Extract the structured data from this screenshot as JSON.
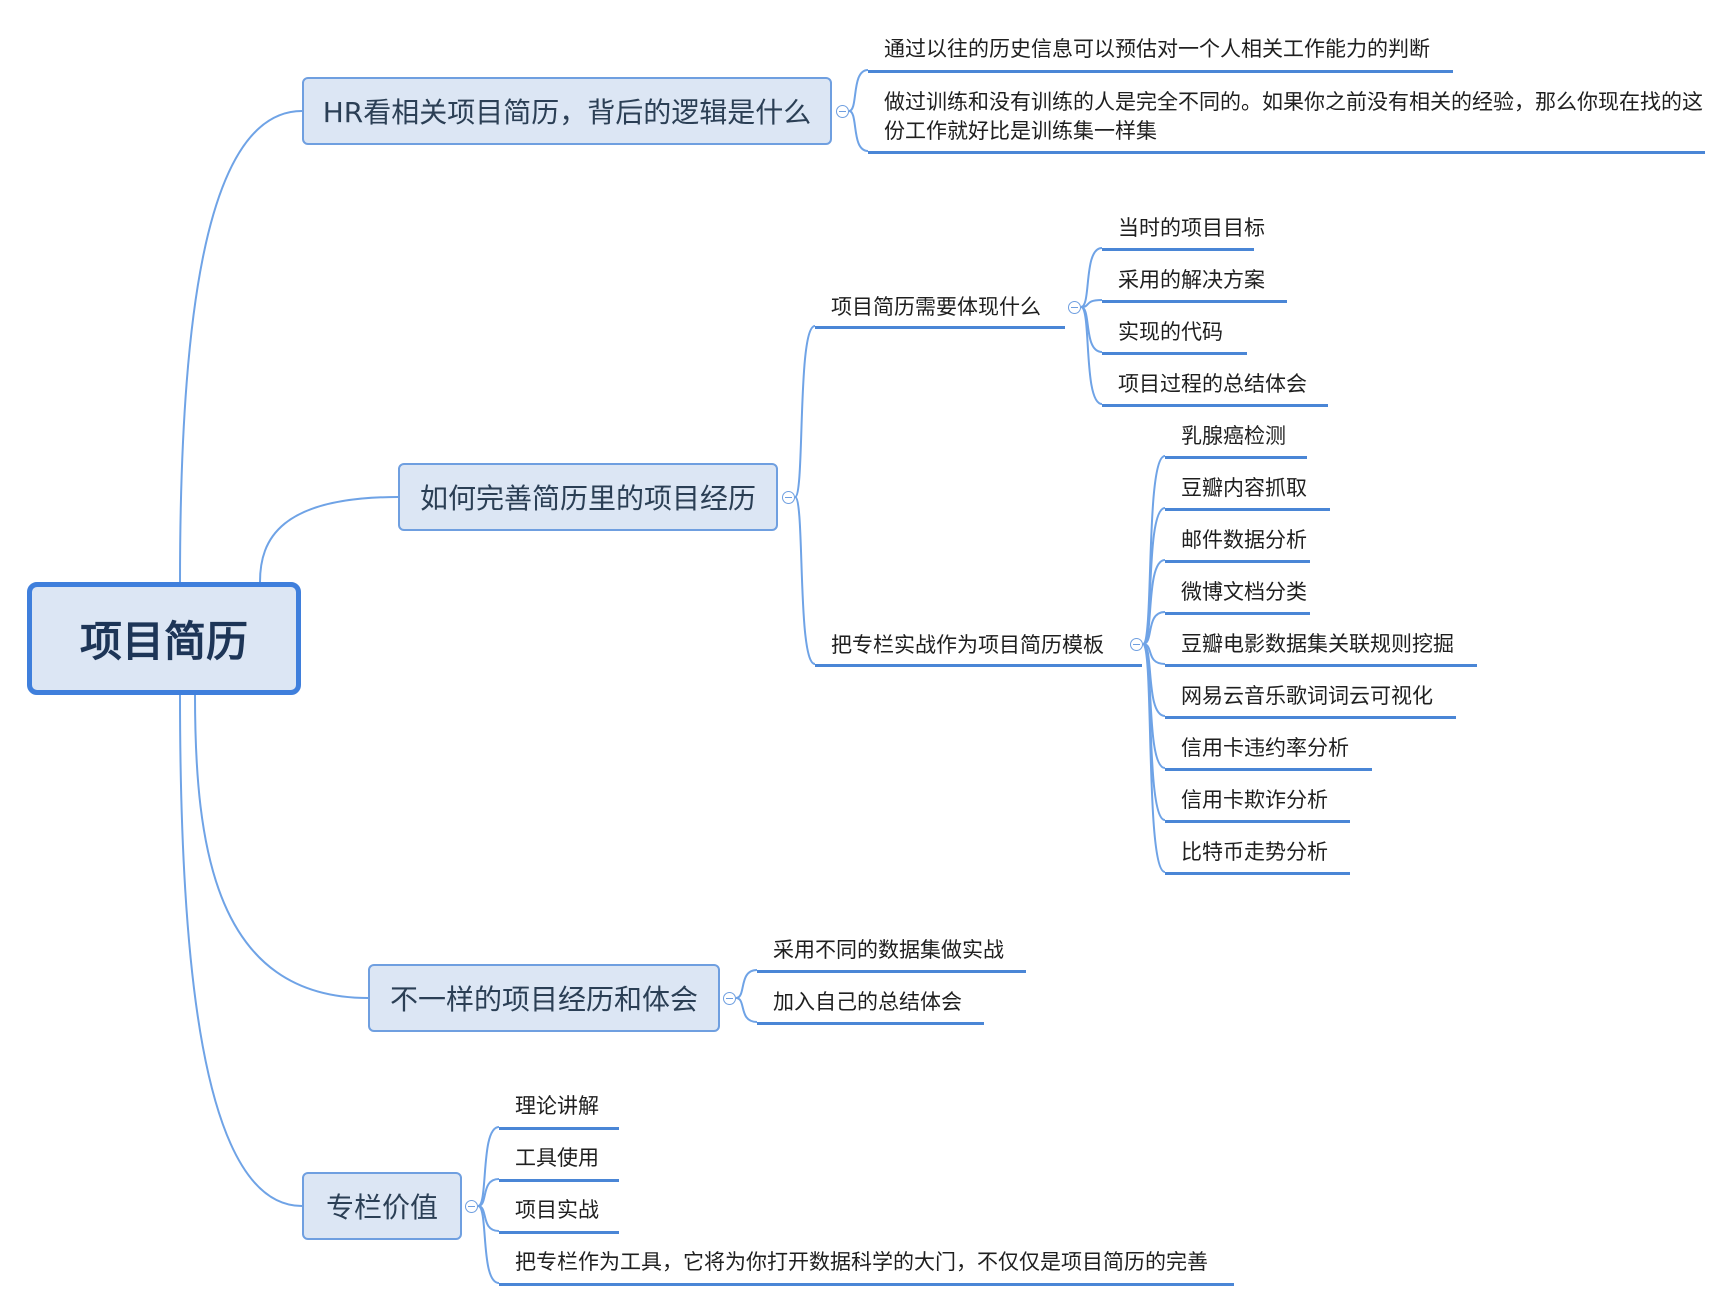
{
  "root": {
    "label": "项目简历"
  },
  "branches": [
    {
      "label": "HR看相关项目简历，背后的逻辑是什么",
      "children": [
        {
          "label": "通过以往的历史信息可以预估对一个人相关工作能力的判断"
        },
        {
          "label": "做过训练和没有训练的人是完全不同的。如果你之前没有相关的经验，那么你现在找的这份工作就好比是训练集一样集"
        }
      ]
    },
    {
      "label": "如何完善简历里的项目经历",
      "children": [
        {
          "label": "项目简历需要体现什么",
          "children": [
            {
              "label": "当时的项目目标"
            },
            {
              "label": "采用的解决方案"
            },
            {
              "label": "实现的代码"
            },
            {
              "label": "项目过程的总结体会"
            }
          ]
        },
        {
          "label": "把专栏实战作为项目简历模板",
          "children": [
            {
              "label": "乳腺癌检测"
            },
            {
              "label": "豆瓣内容抓取"
            },
            {
              "label": "邮件数据分析"
            },
            {
              "label": "微博文档分类"
            },
            {
              "label": "豆瓣电影数据集关联规则挖掘"
            },
            {
              "label": "网易云音乐歌词词云可视化"
            },
            {
              "label": "信用卡违约率分析"
            },
            {
              "label": "信用卡欺诈分析"
            },
            {
              "label": "比特币走势分析"
            }
          ]
        }
      ]
    },
    {
      "label": "不一样的项目经历和体会",
      "children": [
        {
          "label": "采用不同的数据集做实战"
        },
        {
          "label": "加入自己的总结体会"
        }
      ]
    },
    {
      "label": "专栏价值",
      "children": [
        {
          "label": "理论讲解"
        },
        {
          "label": "工具使用"
        },
        {
          "label": "项目实战"
        },
        {
          "label": "把专栏作为工具，它将为你打开数据科学的大门，不仅仅是项目简历的完善"
        }
      ]
    }
  ],
  "colors": {
    "line": "#6fa3e6",
    "underline": "#4a86d6",
    "node_fill": "#dce6f4",
    "node_border": "#6f9fe0",
    "root_border": "#3f7fdc"
  }
}
